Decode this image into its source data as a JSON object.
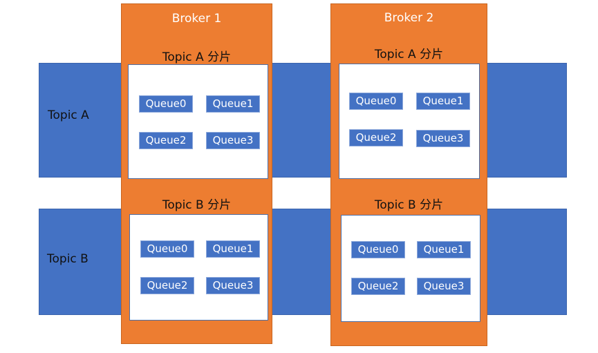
{
  "colors": {
    "broker": "#ED7D31",
    "topic_band": "#4472C4",
    "queue": "#4472C4"
  },
  "topics": [
    {
      "label": "Topic A"
    },
    {
      "label": "Topic B"
    }
  ],
  "brokers": [
    {
      "title": "Broker 1",
      "shards": [
        {
          "title": "Topic A 分片",
          "queues": [
            "Queue0",
            "Queue1",
            "Queue2",
            "Queue3"
          ]
        },
        {
          "title": "Topic B 分片",
          "queues": [
            "Queue0",
            "Queue1",
            "Queue2",
            "Queue3"
          ]
        }
      ]
    },
    {
      "title": "Broker 2",
      "shards": [
        {
          "title": "Topic A 分片",
          "queues": [
            "Queue0",
            "Queue1",
            "Queue2",
            "Queue3"
          ]
        },
        {
          "title": "Topic B 分片",
          "queues": [
            "Queue0",
            "Queue1",
            "Queue2",
            "Queue3"
          ]
        }
      ]
    }
  ]
}
